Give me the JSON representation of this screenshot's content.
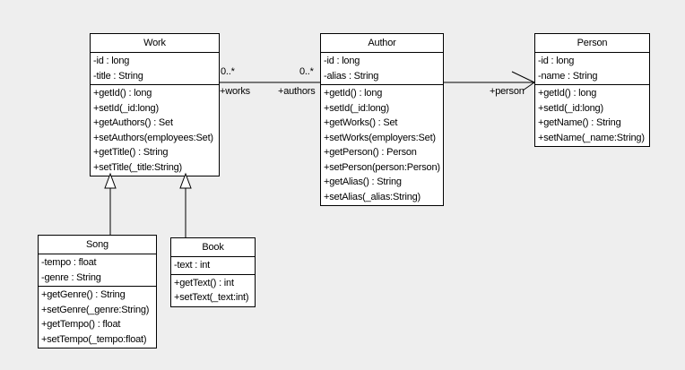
{
  "diagram": {
    "background_color": "#eeeeee",
    "box_fill_color": "#ffffff",
    "line_color": "#000000",
    "text_color": "#000000"
  },
  "classes": {
    "work": {
      "name": "Work",
      "attributes": [
        "-id : long",
        "-title : String"
      ],
      "methods": [
        "+getId() : long",
        "+setId(_id:long)",
        "+getAuthors() : Set",
        "+setAuthors(employees:Set)",
        "+getTitle() : String",
        "+setTitle(_title:String)"
      ]
    },
    "author": {
      "name": "Author",
      "attributes": [
        "-id : long",
        "-alias : String"
      ],
      "methods": [
        "+getId() : long",
        "+setId(_id:long)",
        "+getWorks() : Set",
        "+setWorks(employers:Set)",
        "+getPerson() : Person",
        "+setPerson(person:Person)",
        "+getAlias() : String",
        "+setAlias(_alias:String)"
      ]
    },
    "person": {
      "name": "Person",
      "attributes": [
        "-id : long",
        "-name : String"
      ],
      "methods": [
        "+getId() : long",
        "+setId(_id:long)",
        "+getName() : String",
        "+setName(_name:String)"
      ]
    },
    "song": {
      "name": "Song",
      "attributes": [
        "-tempo : float",
        "-genre : String"
      ],
      "methods": [
        "+getGenre() : String",
        "+setGenre(_genre:String)",
        "+getTempo() : float",
        "+setTempo(_tempo:float)"
      ]
    },
    "book": {
      "name": "Book",
      "attributes": [
        "-text : int"
      ],
      "methods": [
        "+getText() : int",
        "+setText(_text:int)"
      ]
    }
  },
  "associations": {
    "work_author": {
      "source_multiplicity": "0..*",
      "target_multiplicity": "0..*",
      "source_role": "+works",
      "target_role": "+authors"
    },
    "author_person": {
      "target_role": "+person"
    }
  },
  "generalizations": [
    {
      "from": "Song",
      "to": "Work"
    },
    {
      "from": "Book",
      "to": "Work"
    }
  ]
}
